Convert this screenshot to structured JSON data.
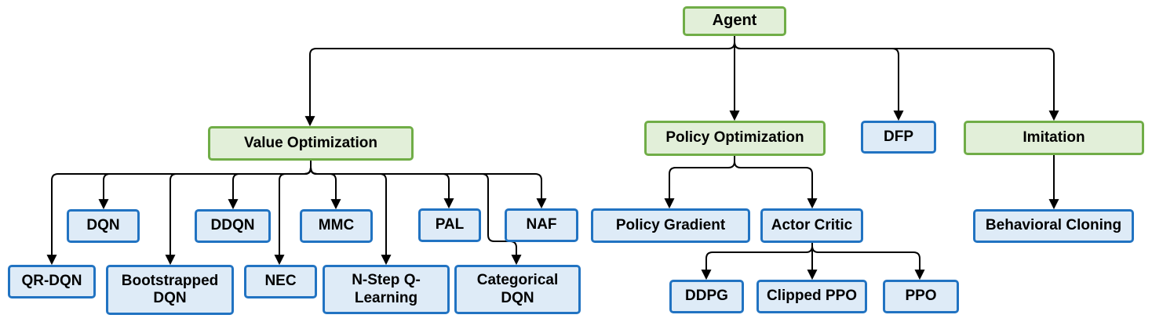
{
  "diagram": {
    "description": "Reinforcement learning agent type hierarchy",
    "colors": {
      "background": "#ffffff",
      "green_border": "#70ad47",
      "green_fill": "#e2efd9",
      "blue_border": "#2173c2",
      "blue_fill": "#deebf7",
      "edge": "#000000",
      "text": "#000000"
    },
    "nodes": [
      {
        "id": "agent",
        "label": "Agent",
        "style": "green"
      },
      {
        "id": "value_optimization",
        "label": "Value Optimization",
        "style": "green"
      },
      {
        "id": "policy_optimization",
        "label": "Policy Optimization",
        "style": "green"
      },
      {
        "id": "dfp",
        "label": "DFP",
        "style": "blue"
      },
      {
        "id": "imitation",
        "label": "Imitation",
        "style": "green"
      },
      {
        "id": "dqn",
        "label": "DQN",
        "style": "blue"
      },
      {
        "id": "ddqn",
        "label": "DDQN",
        "style": "blue"
      },
      {
        "id": "mmc",
        "label": "MMC",
        "style": "blue"
      },
      {
        "id": "pal",
        "label": "PAL",
        "style": "blue"
      },
      {
        "id": "naf",
        "label": "NAF",
        "style": "blue"
      },
      {
        "id": "qr_dqn",
        "label": "QR-DQN",
        "style": "blue"
      },
      {
        "id": "bootstrapped_dqn",
        "label": "Bootstrapped DQN",
        "style": "blue"
      },
      {
        "id": "nec",
        "label": "NEC",
        "style": "blue"
      },
      {
        "id": "n_step_q_learning",
        "label": "N-Step Q-Learning",
        "style": "blue"
      },
      {
        "id": "categorical_dqn",
        "label": "Categorical DQN",
        "style": "blue"
      },
      {
        "id": "policy_gradient",
        "label": "Policy Gradient",
        "style": "blue"
      },
      {
        "id": "actor_critic",
        "label": "Actor Critic",
        "style": "blue"
      },
      {
        "id": "behavioral_cloning",
        "label": "Behavioral Cloning",
        "style": "blue"
      },
      {
        "id": "ddpg",
        "label": "DDPG",
        "style": "blue"
      },
      {
        "id": "clipped_ppo",
        "label": "Clipped PPO",
        "style": "blue"
      },
      {
        "id": "ppo",
        "label": "PPO",
        "style": "blue"
      }
    ],
    "edges": [
      {
        "from": "agent",
        "to": "value_optimization"
      },
      {
        "from": "agent",
        "to": "policy_optimization"
      },
      {
        "from": "agent",
        "to": "dfp"
      },
      {
        "from": "agent",
        "to": "imitation"
      },
      {
        "from": "value_optimization",
        "to": "qr_dqn"
      },
      {
        "from": "value_optimization",
        "to": "dqn"
      },
      {
        "from": "value_optimization",
        "to": "bootstrapped_dqn"
      },
      {
        "from": "value_optimization",
        "to": "ddqn"
      },
      {
        "from": "value_optimization",
        "to": "nec"
      },
      {
        "from": "value_optimization",
        "to": "mmc"
      },
      {
        "from": "value_optimization",
        "to": "n_step_q_learning"
      },
      {
        "from": "value_optimization",
        "to": "pal"
      },
      {
        "from": "value_optimization",
        "to": "categorical_dqn"
      },
      {
        "from": "value_optimization",
        "to": "naf"
      },
      {
        "from": "policy_optimization",
        "to": "policy_gradient"
      },
      {
        "from": "policy_optimization",
        "to": "actor_critic"
      },
      {
        "from": "actor_critic",
        "to": "ddpg"
      },
      {
        "from": "actor_critic",
        "to": "clipped_ppo"
      },
      {
        "from": "actor_critic",
        "to": "ppo"
      },
      {
        "from": "imitation",
        "to": "behavioral_cloning"
      }
    ]
  }
}
